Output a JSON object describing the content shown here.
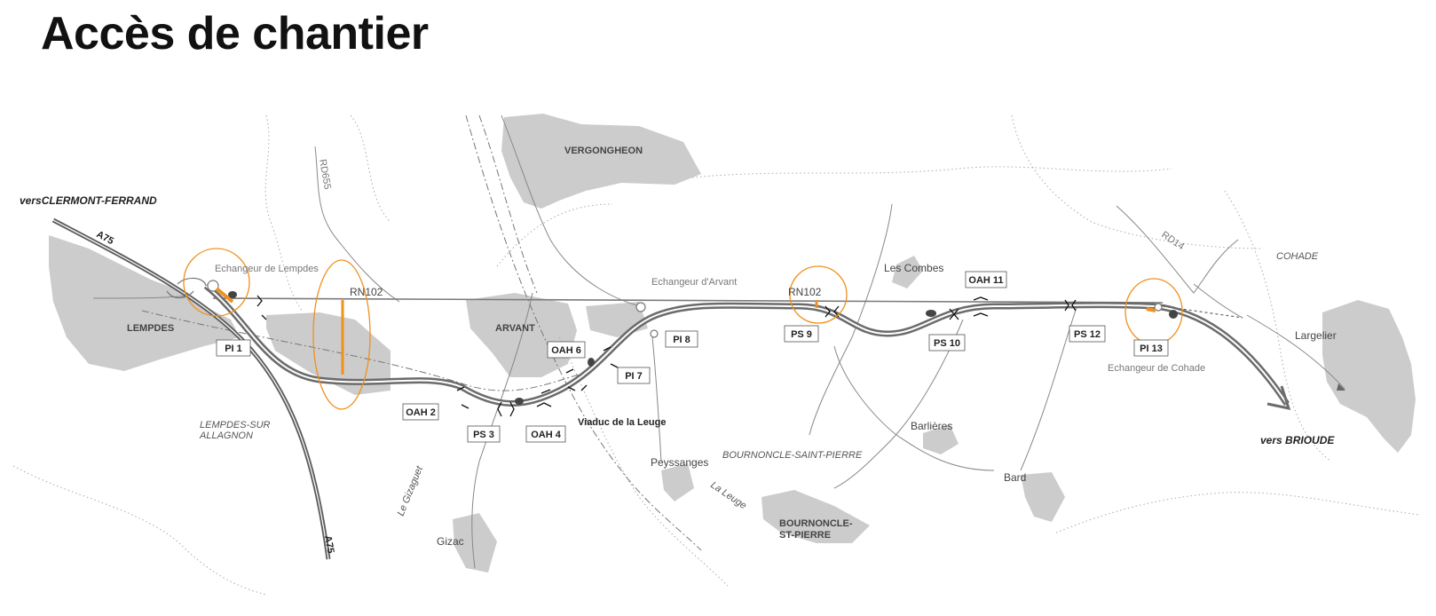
{
  "page": {
    "title": "Accès de chantier"
  },
  "map": {
    "directions": {
      "west": "versCLERMONT-FERRAND",
      "east": "vers BRIOUDE"
    },
    "roads": {
      "a75_top": "A75",
      "a75_bottom": "A75",
      "rn102_west": "RN102",
      "rn102_east": "RN102",
      "rd655": "RD655",
      "rd14": "RD14",
      "gizaguet": "Le Gizaguet",
      "leuge": "La Leuge"
    },
    "places": {
      "vergongheon": "VERGONGHEON",
      "lempdes": "LEMPDES",
      "arvant": "ARVANT",
      "lempdes_sur_1": "LEMPDES-SUR",
      "lempdes_sur_2": "ALLAGNON",
      "bournoncle_region": "BOURNONCLE-SAINT-PIERRE",
      "bournoncle_1": "BOURNONCLE-",
      "bournoncle_2": "ST-PIERRE",
      "les_combes": "Les Combes",
      "barlieres": "Barlières",
      "bard": "Bard",
      "peyssanges": "Peyssanges",
      "gizac": "Gizac",
      "cohade": "COHADE",
      "largelier": "Largelier",
      "viaduc": "Viaduc de la Leuge"
    },
    "interchanges": {
      "lempdes": "Echangeur de Lempdes",
      "arvant": "Echangeur d'Arvant",
      "cohade": "Echangeur de Cohade"
    },
    "structures": {
      "pi1": "PI 1",
      "oah2": "OAH 2",
      "ps3": "PS 3",
      "oah4": "OAH 4",
      "oah6": "OAH 6",
      "pi7": "PI 7",
      "pi8": "PI 8",
      "ps9": "PS 9",
      "ps10": "PS 10",
      "oah11": "OAH 11",
      "ps12": "PS 12",
      "pi13": "PI 13"
    },
    "colors": {
      "access_highlight": "#f0901e",
      "urban_area": "#cccccc",
      "motorway": "#777777"
    }
  }
}
